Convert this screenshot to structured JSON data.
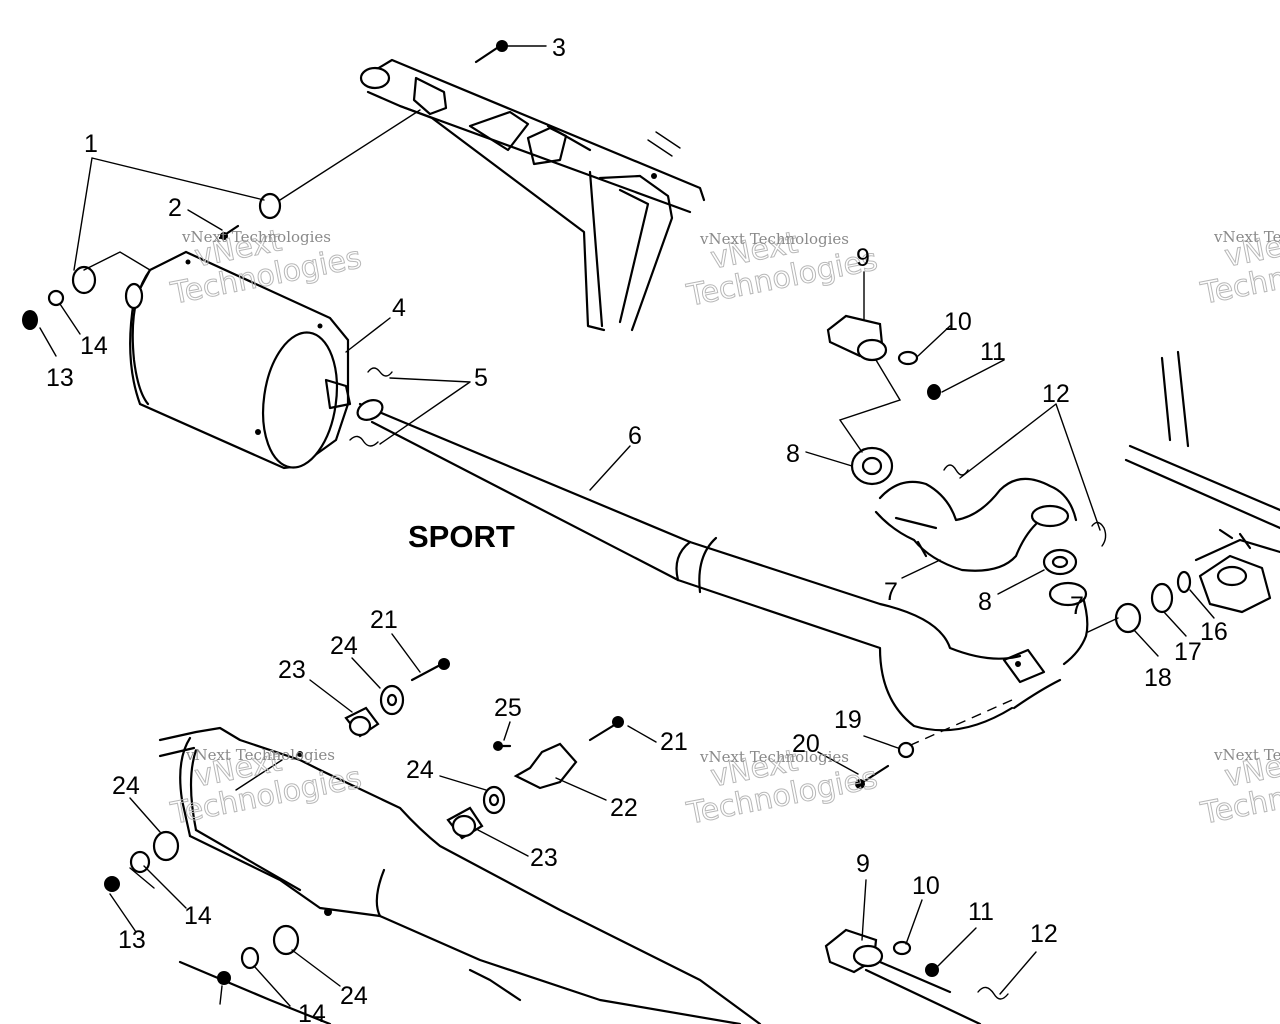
{
  "title": "SPORT",
  "watermark": {
    "small": "vNext Technologies",
    "big_top": "vNext",
    "big_bottom": "Technologies"
  },
  "callouts": [
    {
      "id": "c1",
      "text": "1"
    },
    {
      "id": "c2",
      "text": "2"
    },
    {
      "id": "c3",
      "text": "3"
    },
    {
      "id": "c4",
      "text": "4"
    },
    {
      "id": "c5",
      "text": "5"
    },
    {
      "id": "c6",
      "text": "6"
    },
    {
      "id": "c7a",
      "text": "7"
    },
    {
      "id": "c7b",
      "text": "7"
    },
    {
      "id": "c8a",
      "text": "8"
    },
    {
      "id": "c8b",
      "text": "8"
    },
    {
      "id": "c9a",
      "text": "9"
    },
    {
      "id": "c9b",
      "text": "9"
    },
    {
      "id": "c10a",
      "text": "10"
    },
    {
      "id": "c10b",
      "text": "10"
    },
    {
      "id": "c11a",
      "text": "11"
    },
    {
      "id": "c11b",
      "text": "11"
    },
    {
      "id": "c12a",
      "text": "12"
    },
    {
      "id": "c12b",
      "text": "12"
    },
    {
      "id": "c13a",
      "text": "13"
    },
    {
      "id": "c13b",
      "text": "13"
    },
    {
      "id": "c14a",
      "text": "14"
    },
    {
      "id": "c14b",
      "text": "14"
    },
    {
      "id": "c14c",
      "text": "14"
    },
    {
      "id": "c16",
      "text": "16"
    },
    {
      "id": "c17",
      "text": "17"
    },
    {
      "id": "c18",
      "text": "18"
    },
    {
      "id": "c19",
      "text": "19"
    },
    {
      "id": "c20",
      "text": "20"
    },
    {
      "id": "c21a",
      "text": "21"
    },
    {
      "id": "c21b",
      "text": "21"
    },
    {
      "id": "c22",
      "text": "22"
    },
    {
      "id": "c23a",
      "text": "23"
    },
    {
      "id": "c23b",
      "text": "23"
    },
    {
      "id": "c24a",
      "text": "24"
    },
    {
      "id": "c24b",
      "text": "24"
    },
    {
      "id": "c24c",
      "text": "24"
    },
    {
      "id": "c24d",
      "text": "24"
    },
    {
      "id": "c25",
      "text": "25"
    }
  ]
}
